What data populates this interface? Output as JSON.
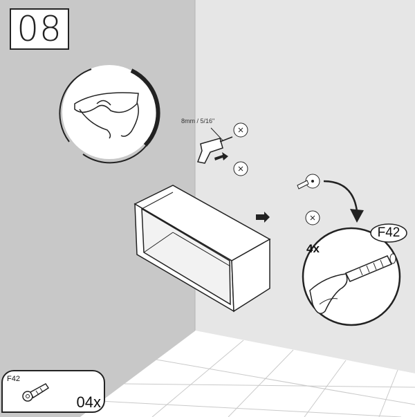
{
  "step": {
    "number": "08"
  },
  "drill": {
    "bit_size": "8mm / 5/16\""
  },
  "hardware": {
    "part_code": "F42",
    "callout_label": "F42",
    "detail_quantity": "4x"
  },
  "parts_list": {
    "part_code": "F42",
    "quantity": "04x"
  },
  "icons": [
    "safety-glasses-icon",
    "drill-icon",
    "wall-plug-icon",
    "arrow-icon"
  ],
  "colors": {
    "left_wall": "#c8c8c8",
    "back_wall": "#e6e6e6",
    "floor": "#ffffff",
    "line": "#222222"
  }
}
